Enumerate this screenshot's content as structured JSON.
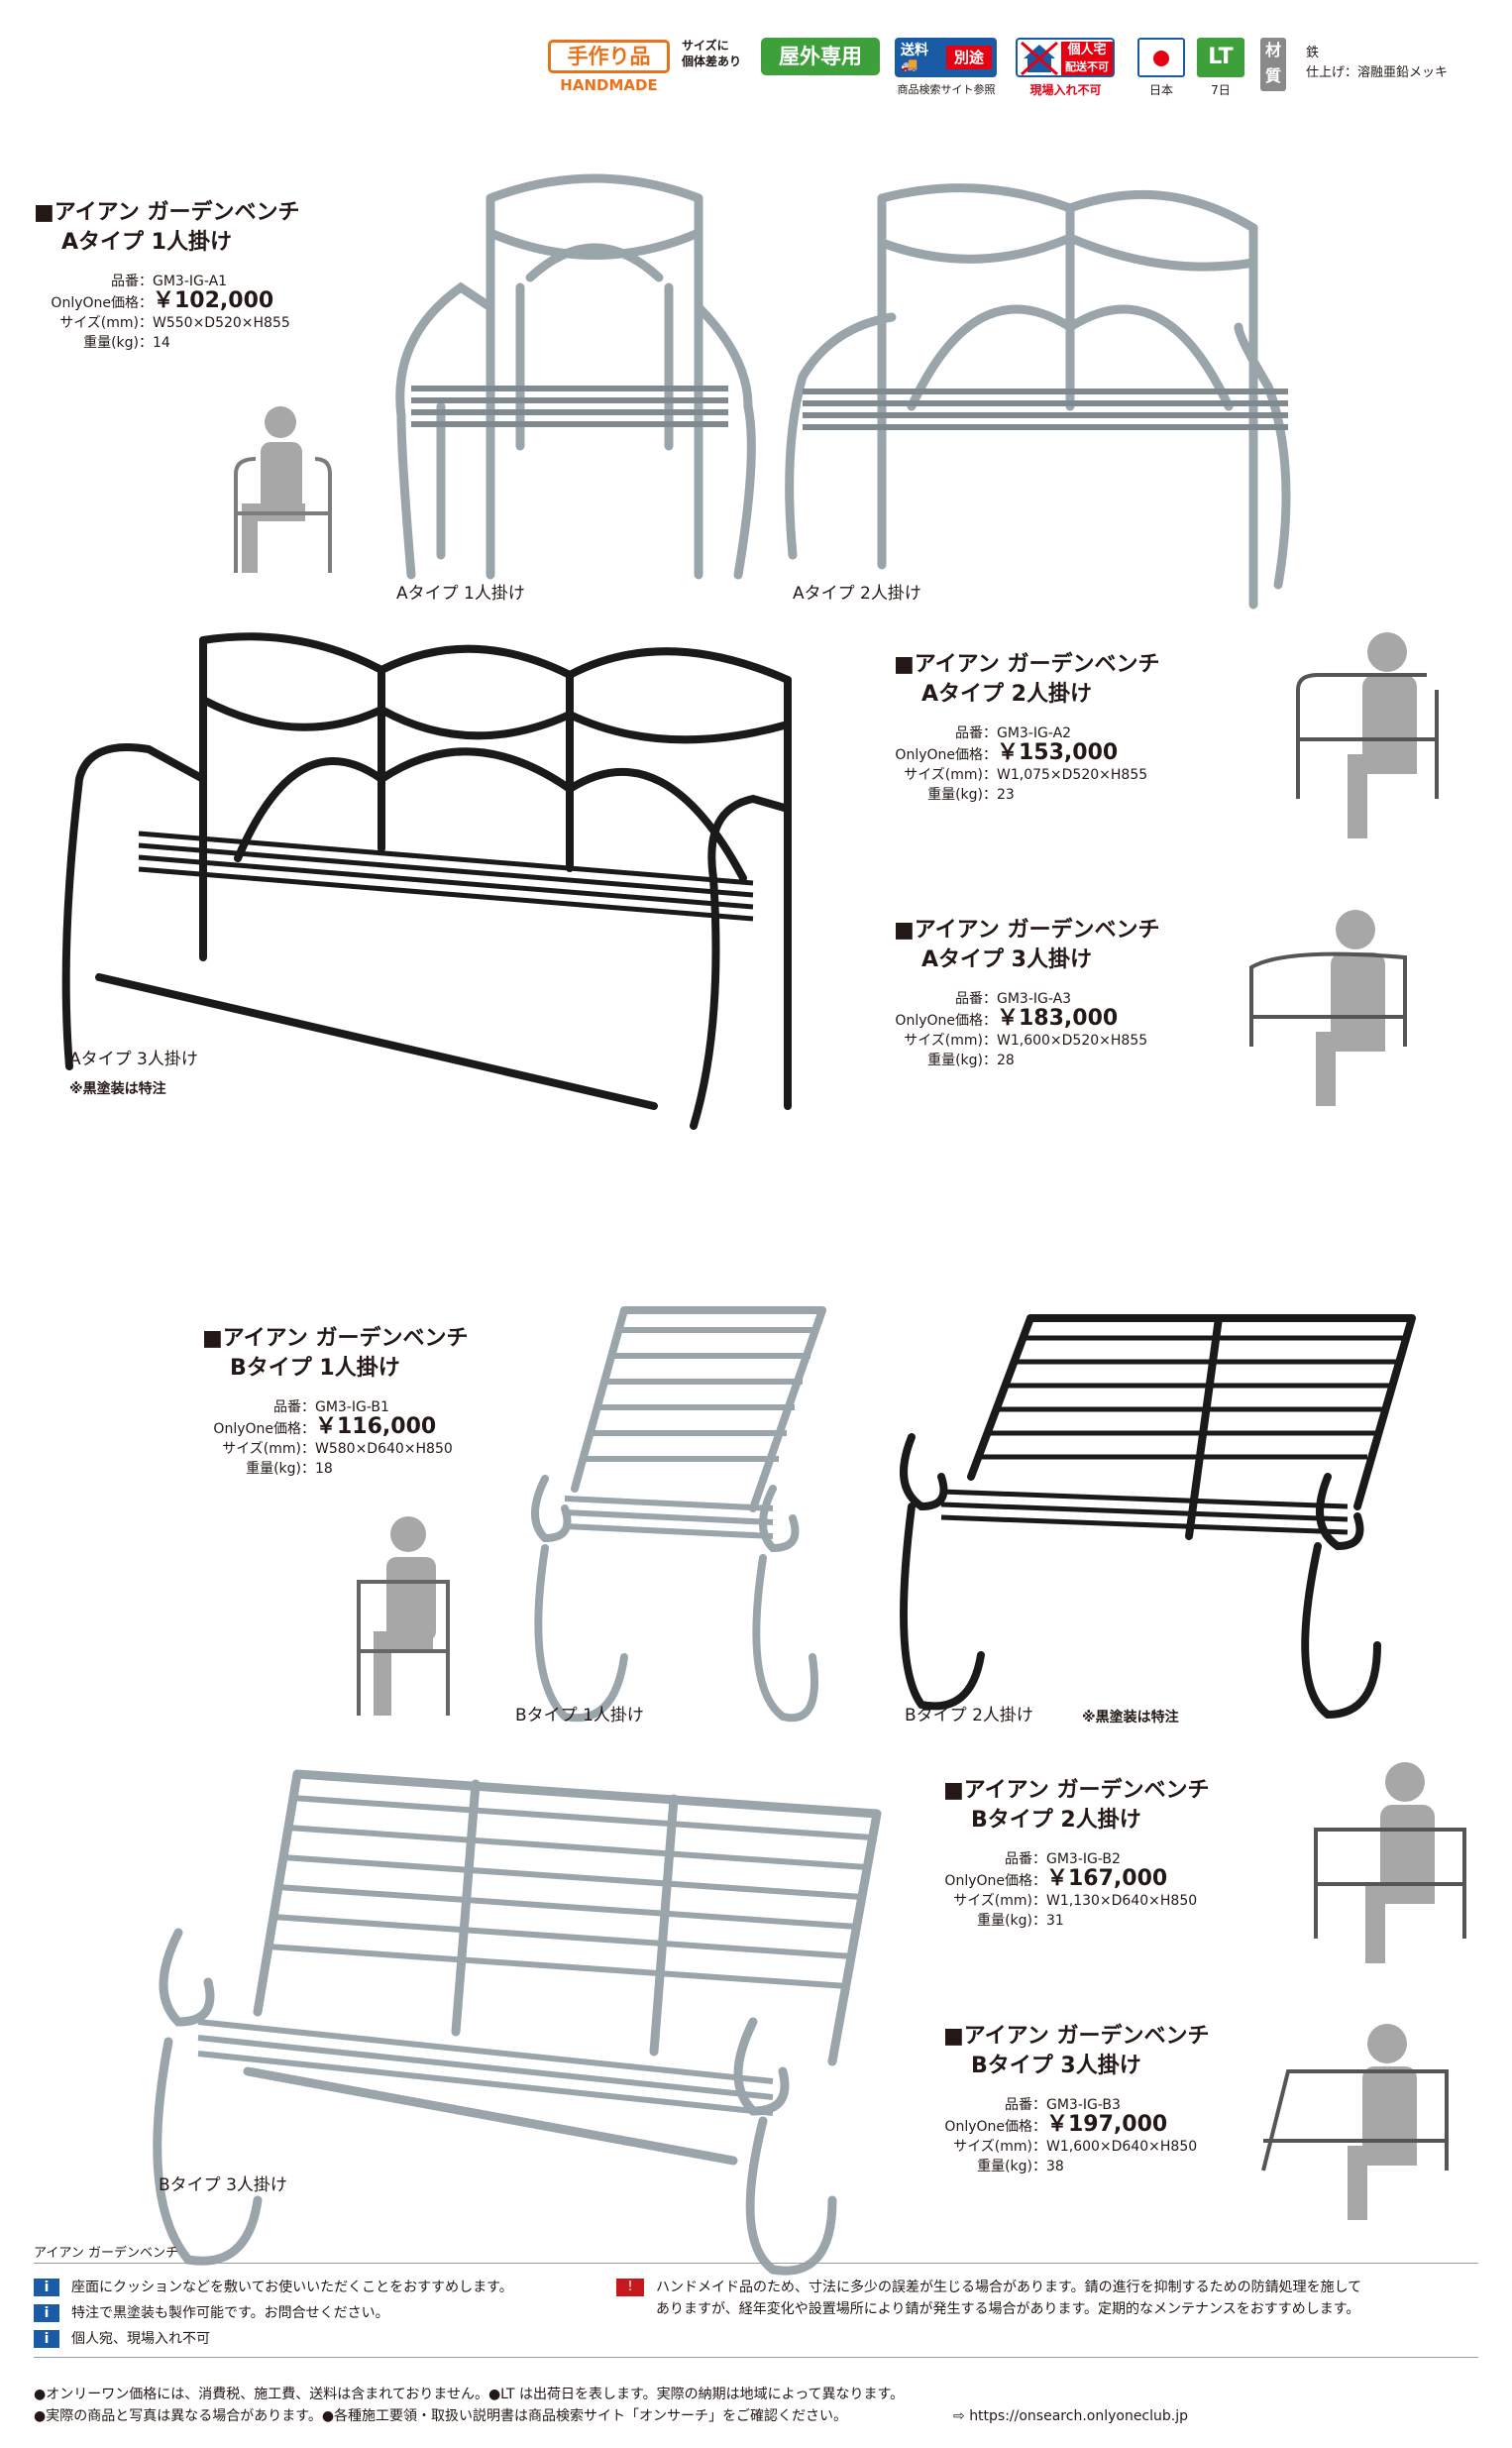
{
  "header": {
    "handmade_label": "手作り品",
    "handmade_sub": "HANDMADE",
    "size_note_1": "サイズに",
    "size_note_2": "個体差あり",
    "outdoor": "屋外専用",
    "shipping_top": "送料",
    "shipping_right": "別途",
    "shipping_sub": "商品検索サイト参照",
    "no_delivery_1": "個人宅",
    "no_delivery_2": "配送不可",
    "no_delivery_sub": "現場入れ不可",
    "country": "日本",
    "lt_label": "LT",
    "lt_value": "7日",
    "material_icon": "材質",
    "material": "鉄",
    "finish": "仕上げ：溶融亜鉛メッキ"
  },
  "labels": {
    "code": "品番：",
    "price": "OnlyOne価格：",
    "size": "サイズ(mm)：",
    "weight": "重量(kg)："
  },
  "products": [
    {
      "title_1": "■アイアン ガーデンベンチ",
      "title_2": "Aタイプ 1人掛け",
      "code": "GM3-IG-A1",
      "price": "￥102,000",
      "size": "W550×D520×H855",
      "weight": "14",
      "caption": "Aタイプ 1人掛け"
    },
    {
      "title_1": "■アイアン ガーデンベンチ",
      "title_2": "Aタイプ 2人掛け",
      "code": "GM3-IG-A2",
      "price": "￥153,000",
      "size": "W1,075×D520×H855",
      "weight": "23",
      "caption": "Aタイプ 2人掛け"
    },
    {
      "title_1": "■アイアン ガーデンベンチ",
      "title_2": "Aタイプ 3人掛け",
      "code": "GM3-IG-A3",
      "price": "￥183,000",
      "size": "W1,600×D520×H855",
      "weight": "28",
      "caption": "Aタイプ 3人掛け"
    },
    {
      "title_1": "■アイアン ガーデンベンチ",
      "title_2": "Bタイプ 1人掛け",
      "code": "GM3-IG-B1",
      "price": "￥116,000",
      "size": "W580×D640×H850",
      "weight": "18",
      "caption": "Bタイプ 1人掛け"
    },
    {
      "title_1": "■アイアン ガーデンベンチ",
      "title_2": "Bタイプ 2人掛け",
      "code": "GM3-IG-B2",
      "price": "￥167,000",
      "size": "W1,130×D640×H850",
      "weight": "31",
      "caption": "Bタイプ 2人掛け"
    },
    {
      "title_1": "■アイアン ガーデンベンチ",
      "title_2": "Bタイプ 3人掛け",
      "code": "GM3-IG-B3",
      "price": "￥197,000",
      "size": "W1,600×D640×H850",
      "weight": "38",
      "caption": "Bタイプ 3人掛け"
    }
  ],
  "black_note": "※黒塗装は特注",
  "footer": {
    "section_title": "アイアン ガーデンベンチ",
    "info_icon": "i",
    "info": [
      "座面にクッションなどを敷いてお使いいただくことをおすすめします。",
      "特注で黒塗装も製作可能です。お問合せください。",
      "個人宛、現場入れ不可"
    ],
    "warning_icon": "!",
    "warning_1": "ハンドメイド品のため、寸法に多少の誤差が生じる場合があります。錆の進行を抑制するための防錆処理を施して",
    "warning_2": "ありますが、経年変化や設置場所により錆が発生する場合があります。定期的なメンテナンスをおすすめします。",
    "note_1": "●オンリーワン価格には、消費税、施工費、送料は含まれておりません。●LT は出荷日を表します。実際の納期は地域によって異なります。",
    "note_2": "●実際の商品と写真は異なる場合があります。●各種施工要領・取扱い説明書は商品検索サイト「オンサーチ」をご確認ください。",
    "url": "https://onsearch.onlyoneclub.jp"
  },
  "colors": {
    "galvanized": "#b9c2c8",
    "black_paint": "#1a1a1a",
    "accent_green": "#3ea03a",
    "accent_blue": "#1a5ba6",
    "accent_orange": "#e8731c"
  }
}
